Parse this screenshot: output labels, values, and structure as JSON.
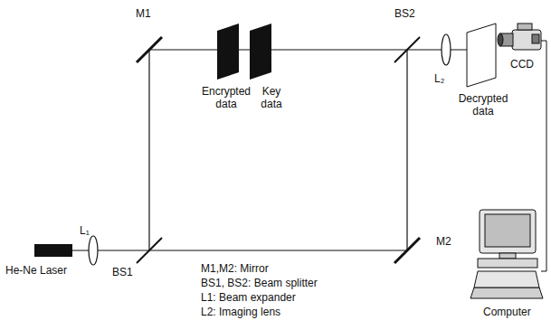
{
  "diagram": {
    "labels": [
      "M1",
      "Encrypted data",
      "Key data",
      "BS2",
      "L₂",
      "Decrypted data",
      "CCD",
      "L₁",
      "He-Ne Laser",
      "BS1",
      "M2",
      "M1,M2: Mirror",
      "BS1, BS2: Beam splitter",
      "L1: Beam expander",
      "L2: Imaging lens",
      "Computer"
    ]
  }
}
